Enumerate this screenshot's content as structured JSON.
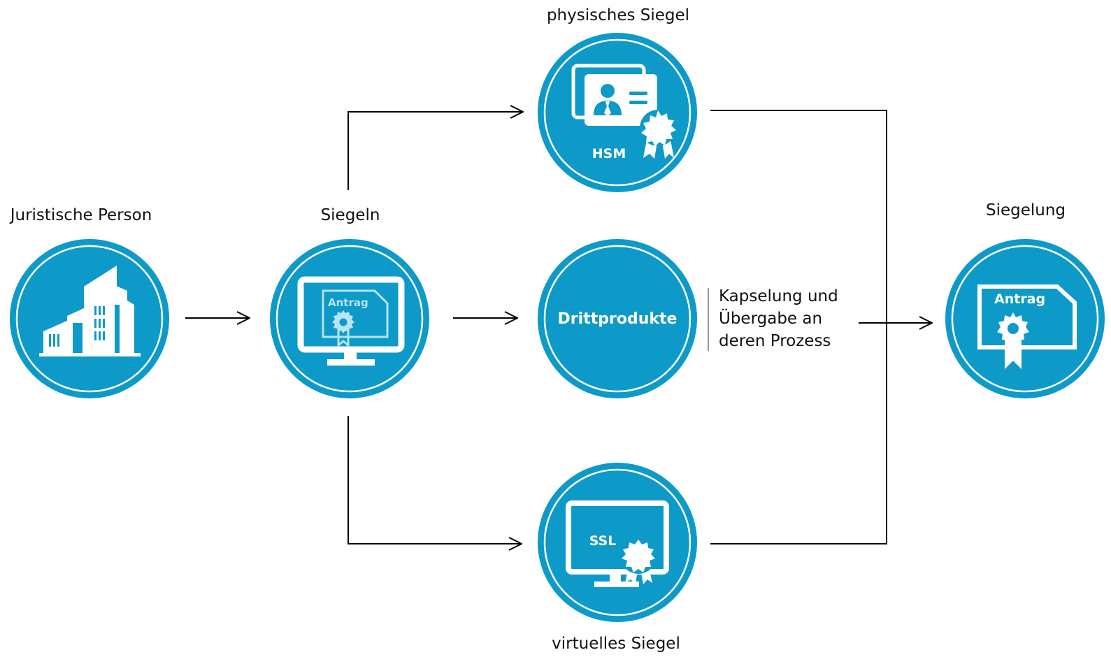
{
  "colors": {
    "circle": "#0e9ac9",
    "icon": "#ffffff",
    "icon_light": "#b7e3f2",
    "line": "#000000",
    "divider": "#9a9a9a"
  },
  "nodes": {
    "legal_person": {
      "label": "Juristische Person",
      "icon": "building-icon"
    },
    "seal": {
      "label": "Siegeln",
      "icon": "monitor-application-icon",
      "doc_label": "Antrag"
    },
    "physical": {
      "label": "physisches Siegel",
      "icon": "id-card-certificate-icon",
      "badge": "HSM"
    },
    "third": {
      "label": "Drittprodukte"
    },
    "virtual": {
      "label": "virtuelles Siegel",
      "icon": "monitor-certificate-icon",
      "badge": "SSL"
    },
    "result": {
      "label": "Siegelung",
      "icon": "certificate-document-icon",
      "doc_label": "Antrag"
    }
  },
  "note": {
    "lines": [
      "Kapselung und",
      "Übergabe an",
      "deren Prozess"
    ]
  }
}
